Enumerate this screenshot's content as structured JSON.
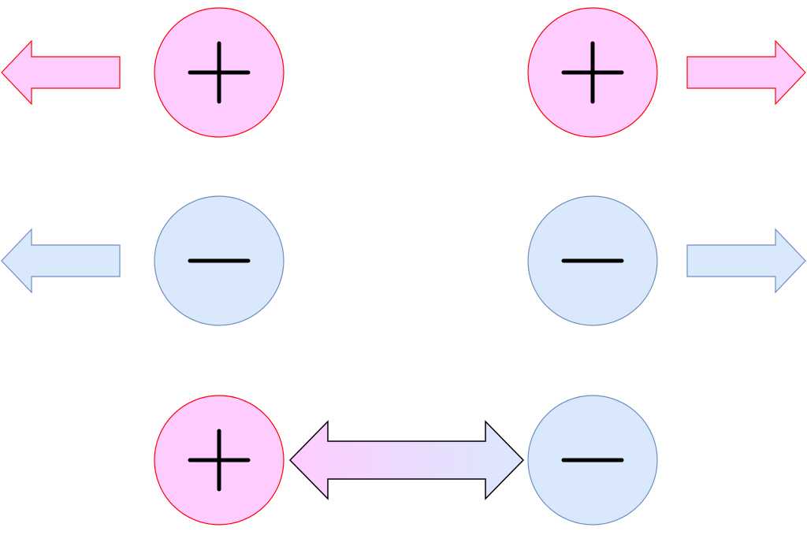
{
  "colors": {
    "positive_fill": "#FFCCFF",
    "positive_stroke": "#FF0000",
    "negative_fill": "#DAE8FC",
    "negative_stroke": "#6C8EBF",
    "sign_color": "#000000",
    "attract_arrow_stroke": "#000000"
  },
  "charges": [
    {
      "id": "top-left",
      "sign": "positive"
    },
    {
      "id": "top-right",
      "sign": "positive"
    },
    {
      "id": "middle-left",
      "sign": "negative"
    },
    {
      "id": "middle-right",
      "sign": "negative"
    },
    {
      "id": "bottom-left",
      "sign": "positive"
    },
    {
      "id": "bottom-right",
      "sign": "negative"
    }
  ],
  "arrows": [
    {
      "id": "top-left-repel",
      "direction": "left",
      "style": "positive"
    },
    {
      "id": "top-right-repel",
      "direction": "right",
      "style": "positive"
    },
    {
      "id": "middle-left-repel",
      "direction": "left",
      "style": "negative"
    },
    {
      "id": "middle-right-repel",
      "direction": "right",
      "style": "negative"
    },
    {
      "id": "bottom-attract",
      "direction": "both",
      "style": "gradient"
    }
  ],
  "icons": {
    "plus": "plus-sign-icon",
    "minus": "minus-sign-icon",
    "arrow_left": "arrow-left-icon",
    "arrow_right": "arrow-right-icon",
    "arrow_double": "double-arrow-icon"
  }
}
